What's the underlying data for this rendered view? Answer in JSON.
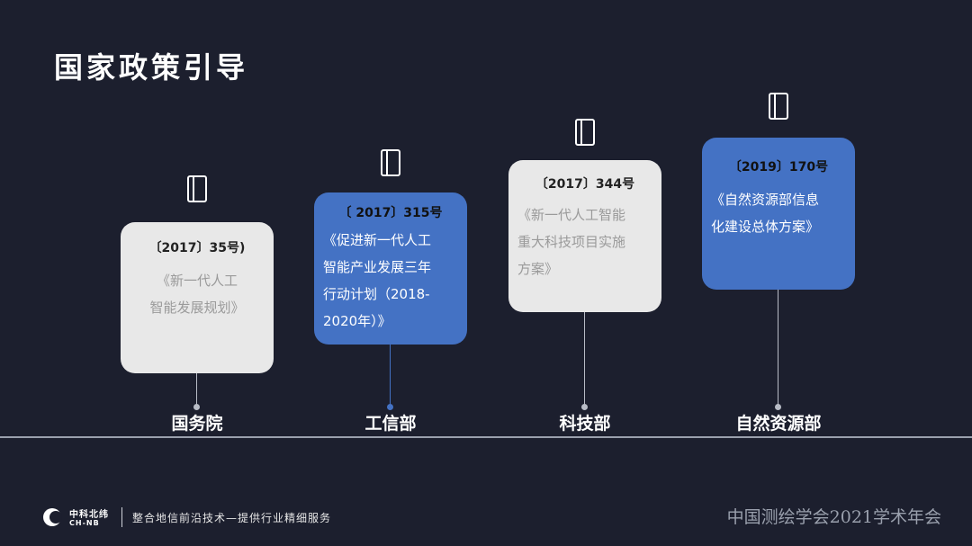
{
  "title": "国家政策引导",
  "items": [
    {
      "number": "〔2017〕35号)",
      "doc_lines": [
        "《新一代人工",
        "智能发展规划》"
      ],
      "dept": "国务院",
      "style": "gray"
    },
    {
      "number": "〔 2017〕315号",
      "doc_lines": [
        "《促进新一代人工",
        "智能产业发展三年",
        "行动计划（2018-",
        "2020年）》"
      ],
      "dept": "工信部",
      "style": "blue"
    },
    {
      "number": "〔2017〕344号",
      "doc_lines": [
        "《新一代人工智能",
        "重大科技项目实施",
        "方案》"
      ],
      "dept": "科技部",
      "style": "gray"
    },
    {
      "number": "〔2019〕170号",
      "doc_lines": [
        "《自然资源部信息",
        "化建设总体方案》"
      ],
      "dept": "自然资源部",
      "style": "blue"
    }
  ],
  "footer": {
    "brand_cn": "中科北纬",
    "brand_en": "CH-NB",
    "slogan": "整合地信前沿技术—提供行业精细服务",
    "event": "中国测绘学会2021学术年会"
  },
  "colors": {
    "background": "#1c1f2e",
    "card_gray": "#e8e8e8",
    "card_blue": "#4472c4"
  },
  "icons": [
    "notebook-icon"
  ]
}
